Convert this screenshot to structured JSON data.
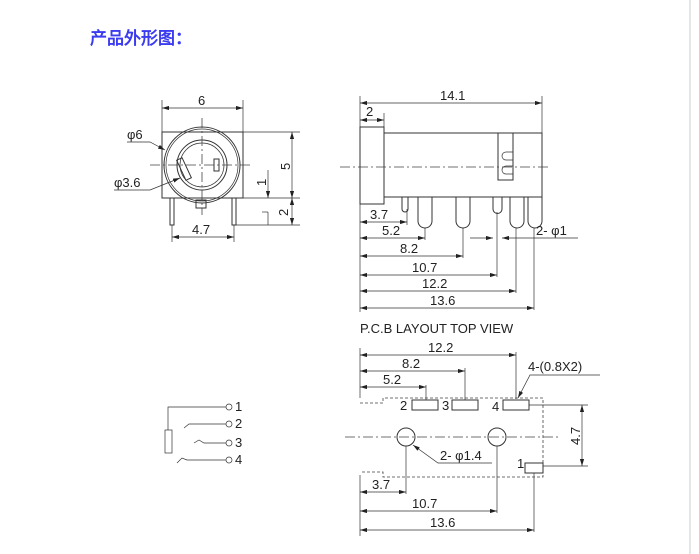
{
  "title": "产品外形图：",
  "front_view": {
    "width": "6",
    "outer_dia": "φ6",
    "inner_dia": "φ3.6",
    "height": "5",
    "offset": "1",
    "pin_len": "2",
    "pin_spacing": "4.7"
  },
  "side_view": {
    "length": "14.1",
    "flange": "2",
    "pins": [
      "3.7",
      "5.2",
      "8.2",
      "10.7",
      "12.2",
      "13.6"
    ],
    "pin_dia": "2- φ1"
  },
  "pcb": {
    "heading": "P.C.B LAYOUT TOP VIEW",
    "top_dims": [
      "12.2",
      "8.2",
      "5.2"
    ],
    "pad_size": "4-(0.8X2)",
    "pad_labels": [
      "1",
      "2",
      "3",
      "4"
    ],
    "hole": "2- φ1.4",
    "row_gap": "4.7",
    "bottom_dims": [
      "3.7",
      "10.7",
      "13.6"
    ]
  },
  "schematic": {
    "terminals": [
      "1",
      "2",
      "3",
      "4"
    ]
  }
}
